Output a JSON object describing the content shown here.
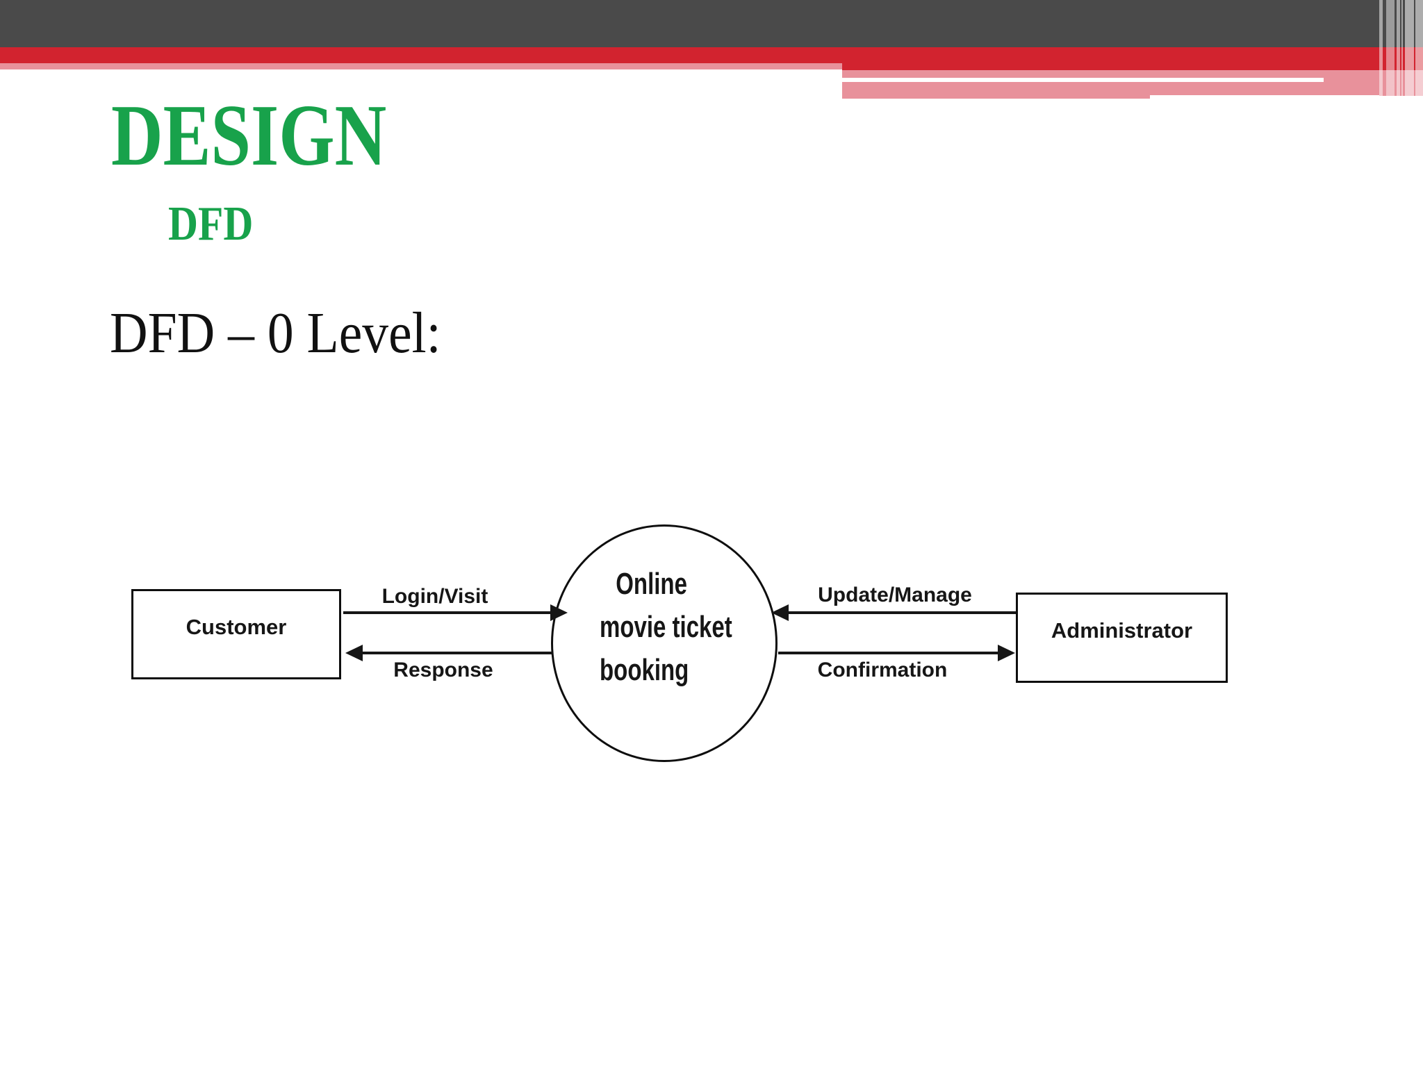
{
  "slide": {
    "title": "DESIGN",
    "subtitle": "DFD",
    "heading": "DFD – 0 Level:"
  },
  "theme": {
    "header_dark_gray": "#4a4a4a",
    "header_red": "#d2232f",
    "header_pink": "#e8919b",
    "title_green": "#18a24b",
    "diagram_ink": "#161616",
    "background": "#ffffff"
  },
  "diagram": {
    "type": "data-flow-diagram-level-0",
    "entities": [
      {
        "label": "Customer",
        "shape": "rectangle"
      },
      {
        "label_lines": [
          "Online",
          "movie ticket",
          "booking"
        ],
        "shape": "circle"
      },
      {
        "label": "Administrator",
        "shape": "rectangle"
      }
    ],
    "flows": [
      {
        "label": "Login/Visit",
        "from": "Customer",
        "to": "Online movie ticket booking",
        "arrow_points": "right"
      },
      {
        "label": "Response",
        "from": "Online movie ticket booking",
        "to": "Customer",
        "arrow_points": "left"
      },
      {
        "label": "Update/Manage",
        "from": "Administrator",
        "to": "Online movie ticket booking",
        "arrow_points": "left"
      },
      {
        "label": "Confirmation",
        "from": "Online movie ticket booking",
        "to": "Administrator",
        "arrow_points": "right"
      }
    ]
  }
}
